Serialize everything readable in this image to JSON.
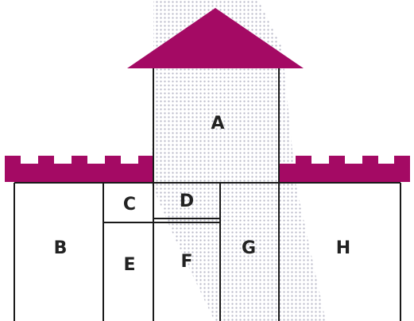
{
  "colors": {
    "roof": "#a40a64",
    "battlement": "#a40a64",
    "outline": "#1a1a1a",
    "dots": "#b9b9c8",
    "background": "#ffffff"
  },
  "sections": {
    "a": "A",
    "b": "B",
    "c": "C",
    "d": "D",
    "e": "E",
    "f": "F",
    "g": "G",
    "h": "H"
  }
}
